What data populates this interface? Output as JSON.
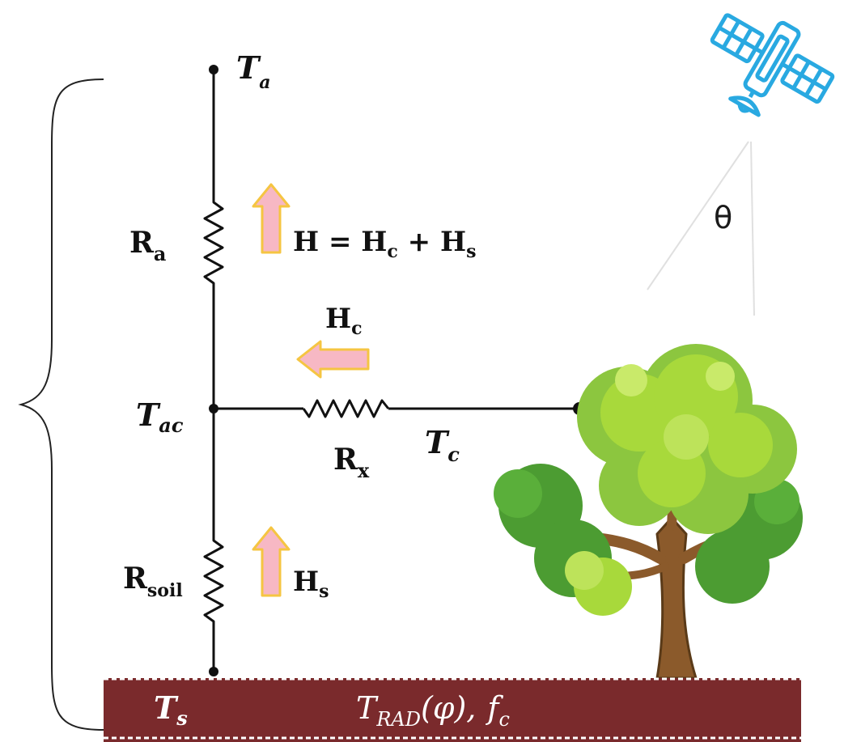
{
  "labels": {
    "t_a": {
      "main": "T",
      "sub": "a"
    },
    "t_ac": {
      "main": "T",
      "sub": "ac"
    },
    "t_c": {
      "main": "T",
      "sub": "c"
    },
    "t_s": {
      "main": "T",
      "sub": "s"
    },
    "r_a": {
      "main": "R",
      "sub": "a"
    },
    "r_x": {
      "main": "R",
      "sub": "x"
    },
    "r_soil": {
      "main": "R",
      "sub": "soil"
    },
    "h_total": {
      "h": "H",
      "eq": " = ",
      "hc": "H",
      "c": "c",
      "plus": " + ",
      "hs": "H",
      "s": "s"
    },
    "h_c": {
      "main": "H",
      "sub": "c"
    },
    "h_s": {
      "main": "H",
      "sub": "s"
    },
    "theta": "θ",
    "t_rad": {
      "main": "T",
      "sub": "RAD",
      "arg": "(φ),",
      "f": "f",
      "fsub": "c"
    }
  },
  "colors": {
    "ground": "#7a2a2c",
    "satellite": "#29a9e1",
    "arrow_fill": "#f7b8c4",
    "arrow_stroke": "#f5c542",
    "foliage_light": "#a8d93b",
    "foliage_dark": "#4c9c32",
    "trunk": "#8b5a2b"
  },
  "icons": {
    "satellite": "satellite-icon",
    "tree": "tree-icon",
    "up_arrow": "up-arrow-icon",
    "left_arrow": "left-arrow-icon"
  }
}
